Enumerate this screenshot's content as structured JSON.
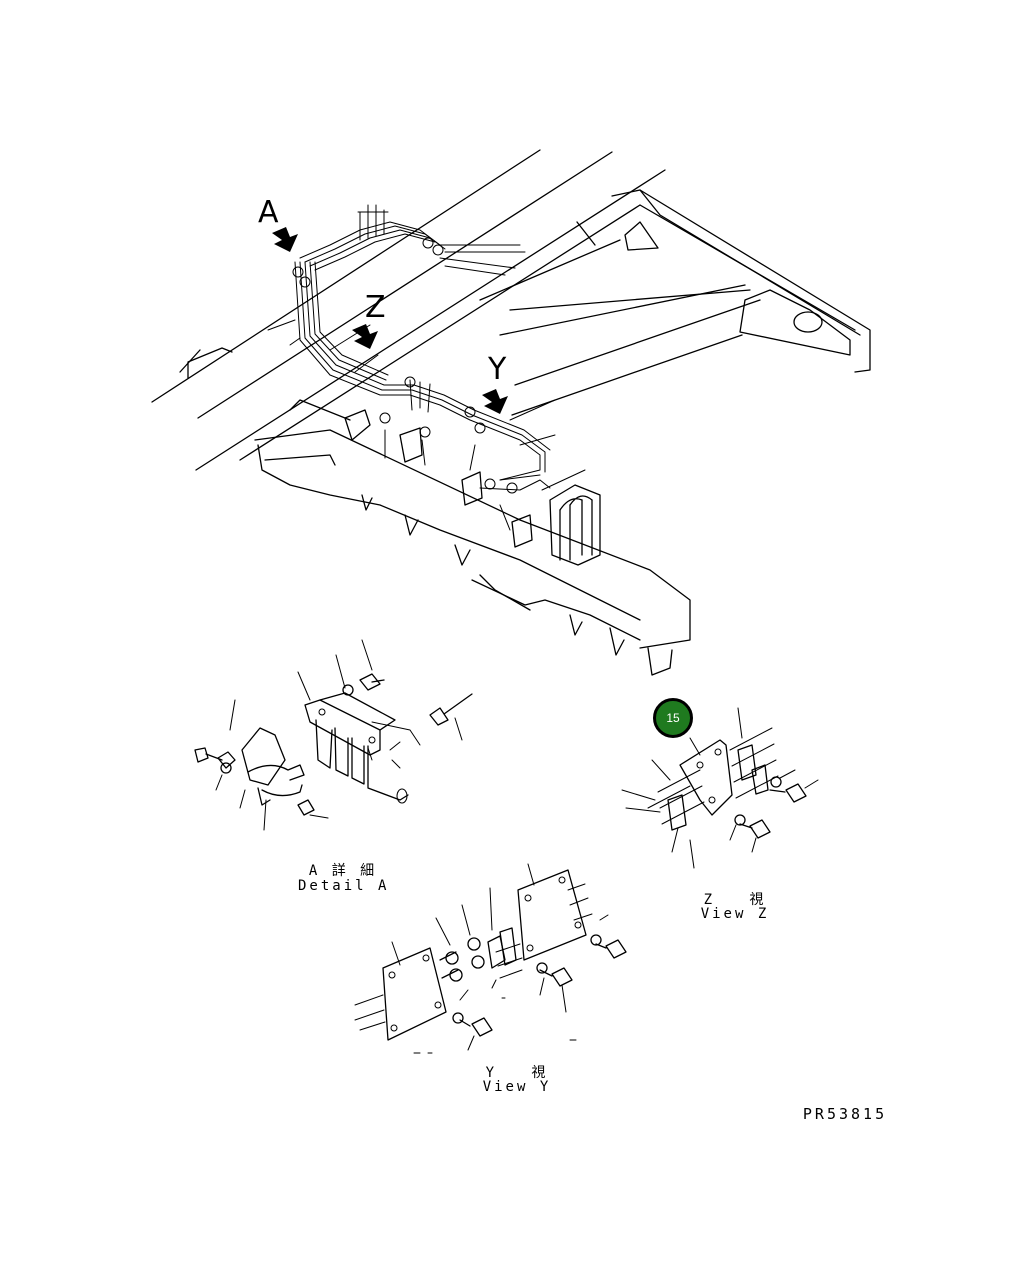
{
  "view_markers": {
    "a": "A",
    "z": "Z",
    "y": "Y"
  },
  "captions": {
    "detail_a_jp": "A 詳 細",
    "detail_a_en": "Detail A",
    "view_z_jp": "Z   視",
    "view_z_en": "View Z",
    "view_y_jp": "Y   視",
    "view_y_en": "View Y"
  },
  "callout": {
    "number": "15",
    "color": "#1f7a1f"
  },
  "drawing_number": "PR53815"
}
